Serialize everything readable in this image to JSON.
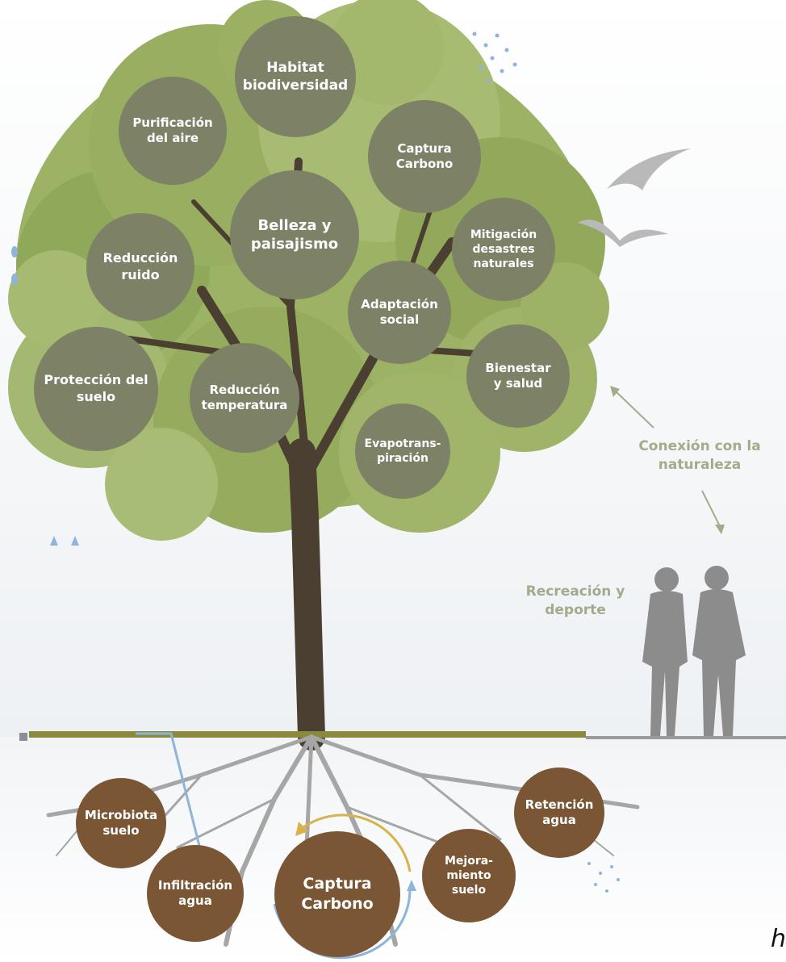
{
  "canopy": {
    "habitat": "Habitat\nbiodiversidad",
    "purificacion": "Purificación\ndel aire",
    "captura": "Captura\nCarbono",
    "belleza": "Belleza y\npaisajismo",
    "mitigacion": "Mitigación\ndesastres\nnaturales",
    "reduccion_ruido": "Reducción\nruido",
    "adaptacion": "Adaptación\nsocial",
    "bienestar": "Bienestar\ny salud",
    "proteccion": "Protección del\nsuelo",
    "reduccion_temp": "Reducción\ntemperatura",
    "evapo": "Evapotrans-\npiración"
  },
  "roots": {
    "microbiota": "Microbiota\nsuelo",
    "infiltracion": "Infiltración\nagua",
    "captura": "Captura\nCarbono",
    "mejora": "Mejora-\nmiento\nsuelo",
    "retencion": "Retención\nagua"
  },
  "labels": {
    "conexion": "Conexión con la\nnaturaleza",
    "recreacion": "Recreación y\ndeporte"
  },
  "corner_text": "h",
  "colors": {
    "canopy_bubble": "#7d8166",
    "root_bubble": "#7a5634",
    "label_green": "#a5aa8a",
    "foliage": "#8fa85a",
    "trunk": "#4a3f30",
    "roots": "#9a9a9a",
    "water": "#8fb4dc",
    "people": "#8c8c8c",
    "birds": "#b9b9b9"
  }
}
